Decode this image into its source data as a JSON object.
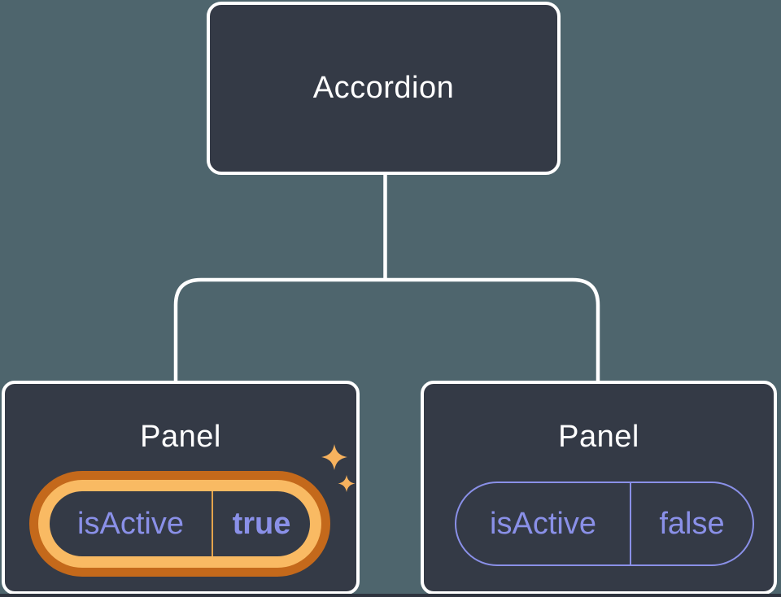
{
  "diagram": {
    "root": {
      "label": "Accordion"
    },
    "panels": [
      {
        "label": "Panel",
        "state_key": "isActive",
        "state_value": "true",
        "highlighted": true
      },
      {
        "label": "Panel",
        "state_key": "isActive",
        "state_value": "false",
        "highlighted": false
      }
    ]
  },
  "icons": {
    "sparkle_large": "sparkle-icon",
    "sparkle_small": "sparkle-icon"
  },
  "colors": {
    "background": "#4e656d",
    "node_fill": "#343a46",
    "node_border": "#ffffff",
    "title_text": "#ffffff",
    "connector": "#ffffff",
    "state_purple": "#8a90e8",
    "highlight_ring_outer": "#c4691b",
    "highlight_ring_inner": "#f9ba63",
    "active_divider": "#e5a44c",
    "sparkle": "#f7b25e",
    "bottom_strip": "#2e333e"
  }
}
